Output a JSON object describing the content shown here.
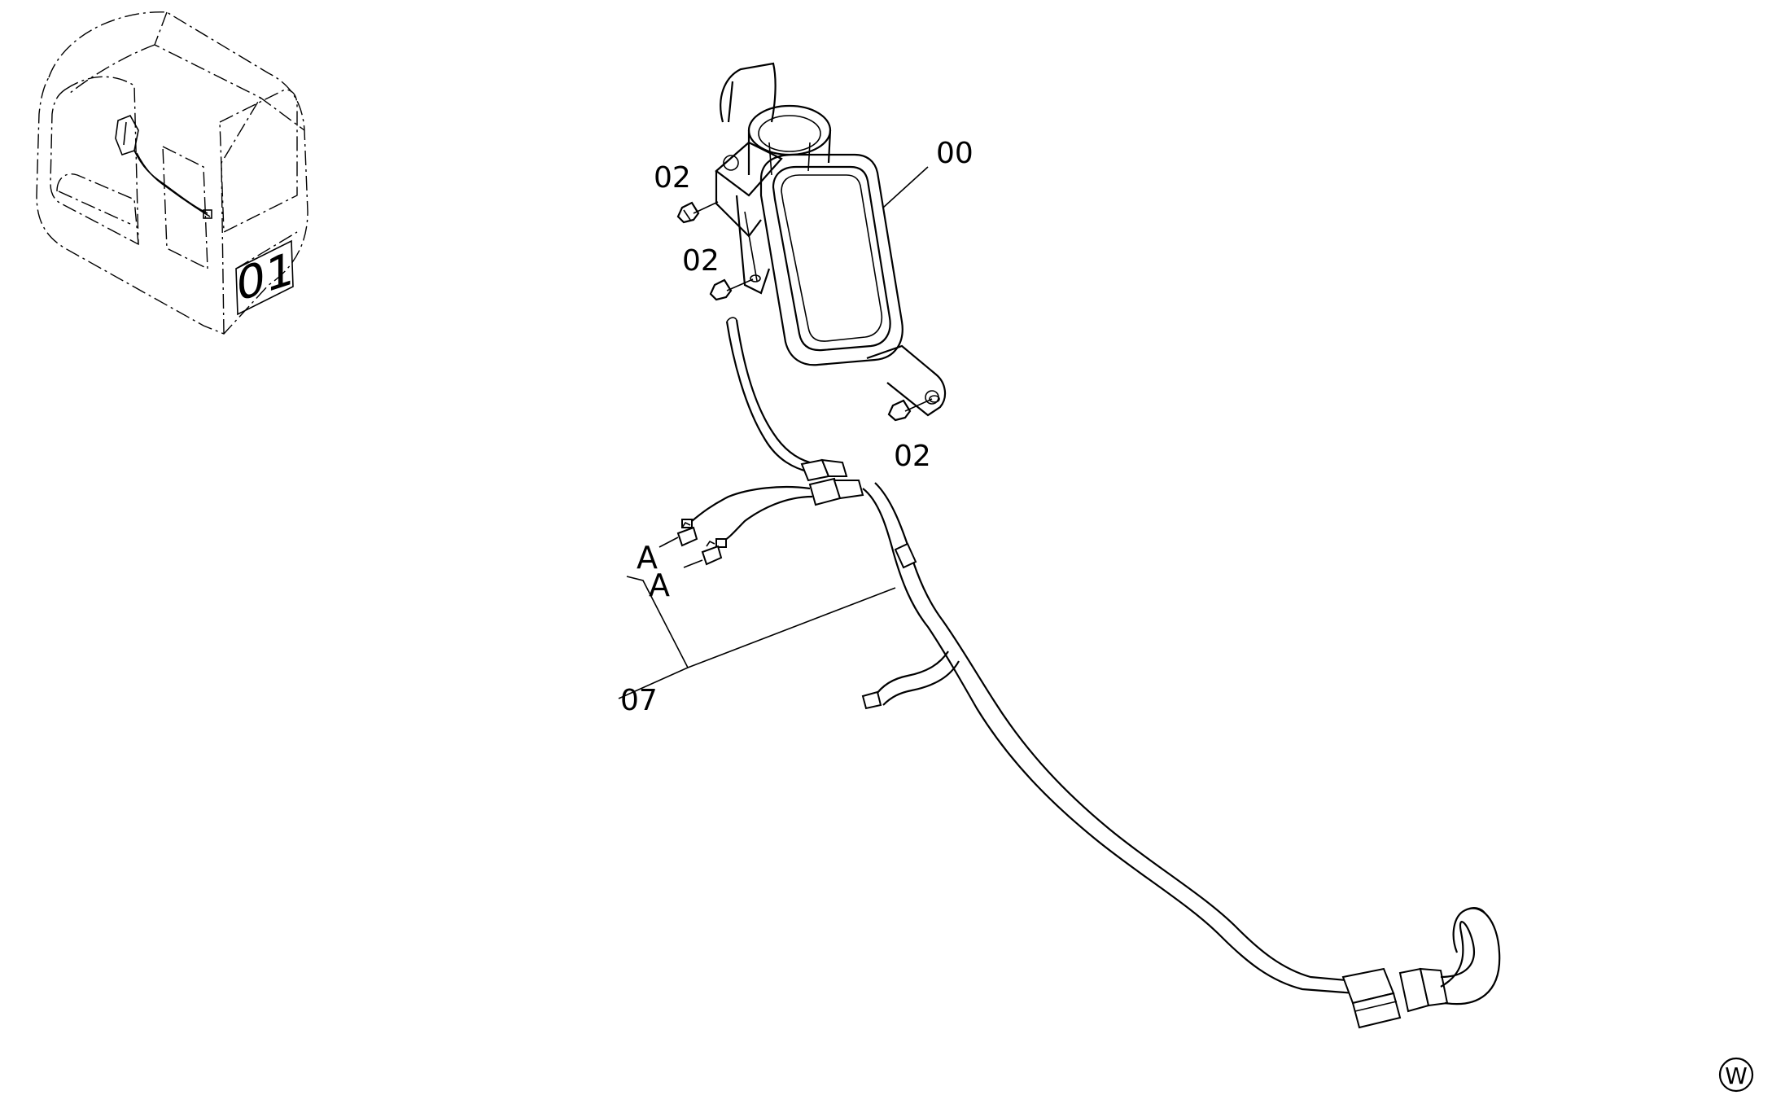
{
  "diagram": {
    "callouts": {
      "mirror": "00",
      "bolt_upper": "02",
      "bolt_middle": "02",
      "bolt_lower": "02",
      "harness": "07",
      "connector_a_upper": "A",
      "connector_a_lower": "A",
      "cab_inset_label": "01"
    },
    "corner_mark": "W"
  }
}
